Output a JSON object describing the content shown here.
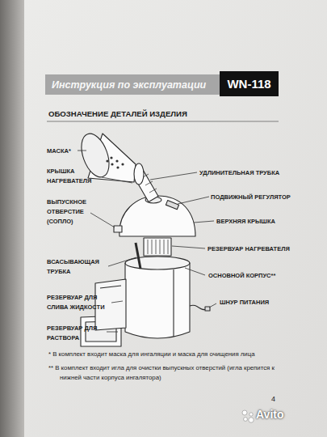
{
  "diagram": {
    "title": "ОБОЗНАЧЕНИЕ ДЕТАЛЕЙ ИЗДЕЛИЯ",
    "nodes": [
      {
        "text": [
          "Инструкция по эксплуатации"
        ]
      },
      {
        "text": [
          "WN-118"
        ]
      }
    ],
    "labels": [
      "МАСКА*",
      "УДЛИНИТЕЛЬНАЯ ТРУБКА",
      "КРЫШКА НАГРЕВАТЕЛЯ",
      "ПОДВИЖНЫЙ РЕГУЛЯТОР",
      "ВЫПУСКНОЕ ОТВЕРСТИЕ (СОПЛО)",
      "ВЕРХНЯЯ КРЫШКА",
      "РЕЗЕРВУАР НАГРЕВАТЕЛЯ",
      "ВСАСЫВАЮЩАЯ ТРУБКА",
      "ОСНОВНОЙ КОРПУС**",
      "РЕЗЕРВУАР ДЛЯ СЛИВА ЖИДКОСТИ",
      "ШНУР ПИТАНИЯ",
      "РЕЗЕРВУАР ДЛЯ РАСТВОРА",
      "* В комплект входит маска для ингаляции и маска для очищения лица",
      "** В комплект входит игла для очистки выпускных отверстий (игла крепится к нижней части корпуса ингалятора)",
      "4",
      "Avito"
    ]
  }
}
